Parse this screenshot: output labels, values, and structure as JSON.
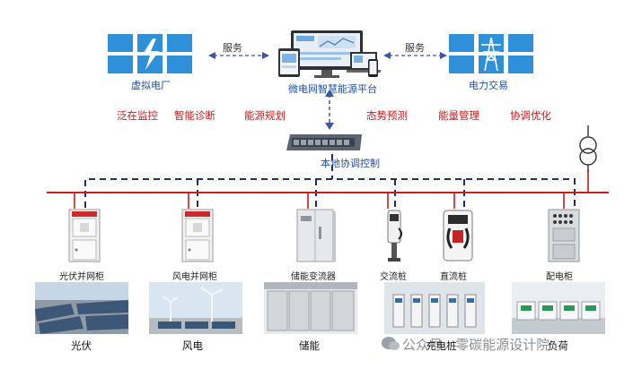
{
  "top": {
    "virtual_plant": {
      "label": "虚拟电厂"
    },
    "platform": {
      "label": "微电网智慧能源平台"
    },
    "power_trading": {
      "label": "电力交易"
    },
    "service_left": "服务",
    "service_right": "服务"
  },
  "functions": [
    "泛在监控",
    "智能诊断",
    "能源规划",
    "态势预测",
    "能量管理",
    "协调优化"
  ],
  "controller": {
    "label": "本地协调控制"
  },
  "devices": [
    {
      "label": "光伏并网柜"
    },
    {
      "label": "风电并网柜"
    },
    {
      "label": "储能变流器"
    },
    {
      "label": "交流桩"
    },
    {
      "label": "直流桩"
    },
    {
      "label": "配电柜"
    }
  ],
  "photos": [
    {
      "label": "光伏"
    },
    {
      "label": "风电"
    },
    {
      "label": "储能"
    },
    {
      "label": "充电桩"
    },
    {
      "label": "负荷"
    }
  ],
  "watermark": {
    "text": "公众号 · 零碳能源设计院"
  },
  "colors": {
    "accent_blue": "#1f4fa8",
    "bus_red": "#c81e1e",
    "func_red": "#d01515",
    "tile_blue": "#2f8fd8"
  }
}
